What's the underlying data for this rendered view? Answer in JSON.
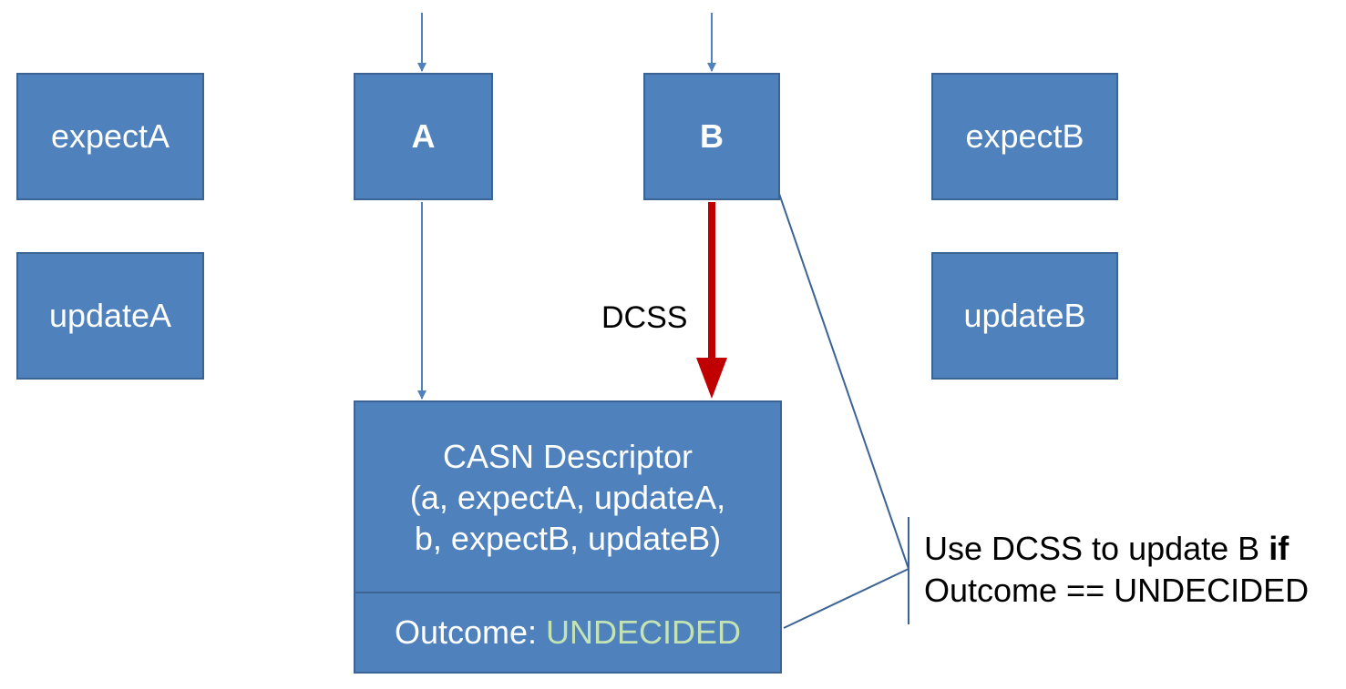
{
  "boxes": {
    "expectA": "expectA",
    "updateA": "updateA",
    "A": "A",
    "B": "B",
    "expectB": "expectB",
    "updateB": "updateB"
  },
  "descriptor": {
    "title": "CASN Descriptor",
    "params_line1": "(a, expectA, updateA,",
    "params_line2": "b, expectB, updateB)",
    "outcome_label": "Outcome:",
    "outcome_value": "UNDECIDED"
  },
  "arrow_label": "DCSS",
  "note": {
    "line1_prefix": "Use DCSS to update B ",
    "line1_bold": "if",
    "line2": "Outcome == UNDECIDED"
  },
  "colors": {
    "box_fill": "#4f81bd",
    "box_border": "#3b6494",
    "dcss_arrow": "#c00000",
    "outcome_value": "#c3e3b4"
  }
}
